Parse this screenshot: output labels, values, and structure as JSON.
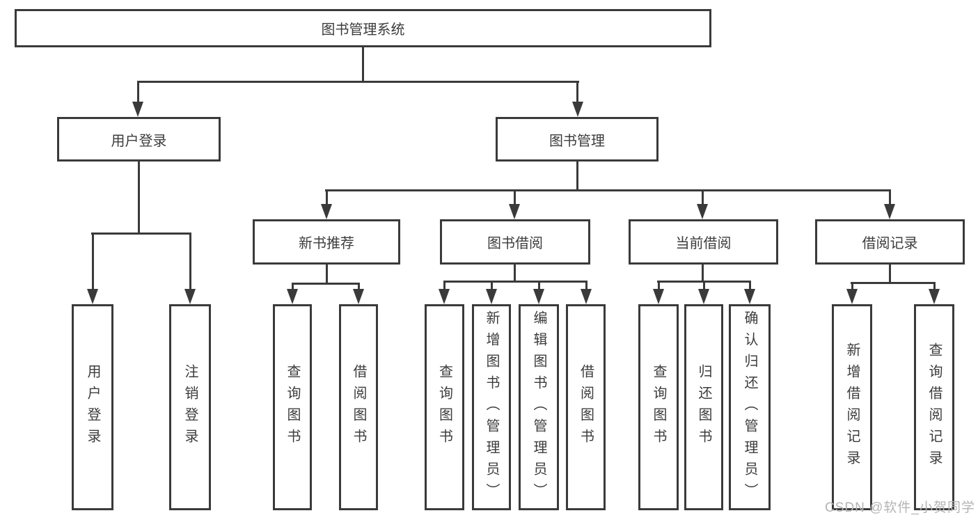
{
  "diagram": {
    "root": {
      "label": "图书管理系统"
    },
    "level2": [
      {
        "label": "用户登录"
      },
      {
        "label": "图书管理"
      }
    ],
    "level3": [
      {
        "label": "新书推荐"
      },
      {
        "label": "图书借阅"
      },
      {
        "label": "当前借阅"
      },
      {
        "label": "借阅记录"
      }
    ],
    "leaves": [
      {
        "label": "用户登录"
      },
      {
        "label": "注销登录"
      },
      {
        "label": "查询图书"
      },
      {
        "label": "借阅图书"
      },
      {
        "label": "查询图书"
      },
      {
        "label": "新增图书（管理员）"
      },
      {
        "label": "编辑图书（管理员）"
      },
      {
        "label": "借阅图书"
      },
      {
        "label": "查询图书"
      },
      {
        "label": "归还图书"
      },
      {
        "label": "确认归还（管理员）"
      },
      {
        "label": "新增借阅记录"
      },
      {
        "label": "查询借阅记录"
      }
    ],
    "colors": {
      "line": "#3a3a3a",
      "box_border": "#3a3a3a",
      "text": "#3c3c3c",
      "watermark": "#b4b4b4",
      "background": "#ffffff"
    }
  },
  "watermark": {
    "text": "CSDN @软件_小贺同学"
  }
}
